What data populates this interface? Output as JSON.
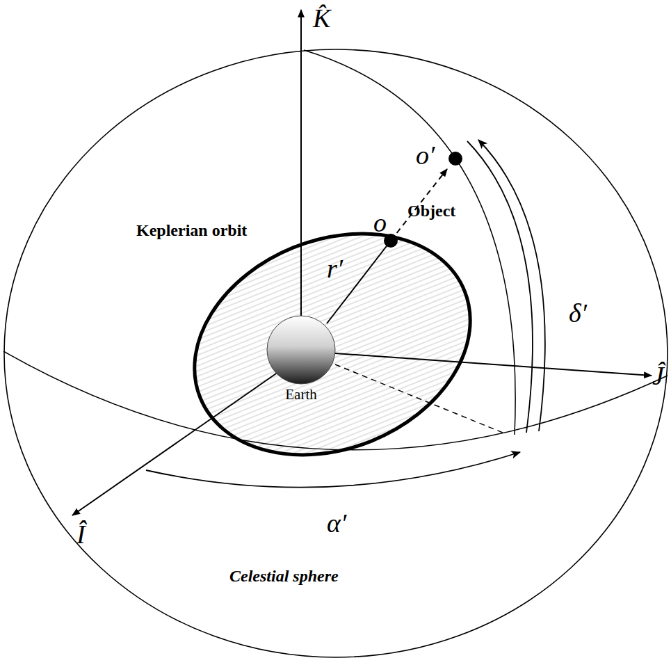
{
  "diagram": {
    "nodes": [
      {
        "text": [
          "Celestial sphere"
        ]
      },
      {
        "text": [
          "Keplerian orbit"
        ],
        "in": 0
      },
      {
        "text": [
          "Earth"
        ],
        "in": 1
      }
    ],
    "labels": [
      "K̂",
      "Ĵ",
      "Î",
      "o′",
      "o",
      "Object",
      "r′",
      "δ′",
      "α′"
    ]
  }
}
